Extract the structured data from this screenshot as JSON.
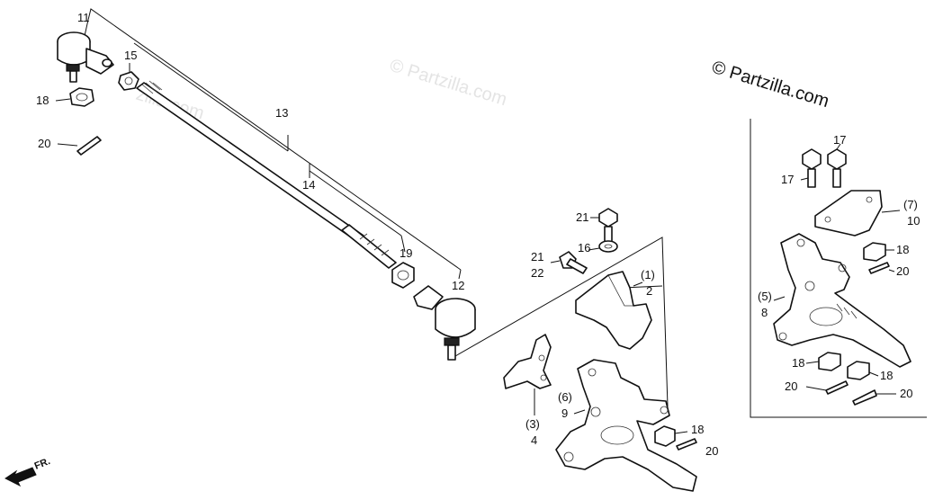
{
  "watermarks": {
    "main": "© Partzilla.com",
    "faint": "© Partzilla.com",
    "faint2": "zilla.com"
  },
  "direction": {
    "label": "FR."
  },
  "labels": {
    "p11": "11",
    "p15": "15",
    "p18a": "18",
    "p20a": "20",
    "p13": "13",
    "p14": "14",
    "p19": "19",
    "p12": "12",
    "p21a": "21",
    "p16": "16",
    "p21b": "21",
    "p22": "22",
    "p1": "(1)",
    "p2": "2",
    "p3": "(3)",
    "p4": "4",
    "p6": "(6)",
    "p9": "9",
    "p18b": "18",
    "p20b": "20",
    "p17a": "17",
    "p17b": "17",
    "p7": "(7)",
    "p10": "10",
    "p18c": "18",
    "p20c": "20",
    "p5": "(5)",
    "p8": "8",
    "p18d": "18",
    "p18e": "18",
    "p20d": "20",
    "p20e": "20"
  }
}
